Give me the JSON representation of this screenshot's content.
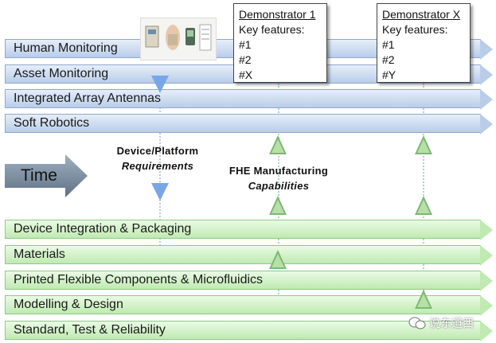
{
  "top_bands": [
    "Human Monitoring",
    "Asset Monitoring",
    "Integrated Array Antennas",
    "Soft Robotics"
  ],
  "bottom_bands": [
    "Device Integration & Packaging",
    "Materials",
    "Printed Flexible Components & Microfluidics",
    "Modelling & Design",
    "Standard, Test & Reliability"
  ],
  "time_label": "Time",
  "requirements": {
    "line1": "Device/Platform",
    "line2": "Requirements"
  },
  "capabilities": {
    "line1": "FHE Manufacturing",
    "line2": "Capabilities"
  },
  "demonstrators": [
    {
      "title": "Demonstrator 1",
      "subtitle": "Key features:",
      "f1": "#1",
      "f2": "#2",
      "f3": "#X"
    },
    {
      "title": "Demonstrator X",
      "subtitle": "Key features:",
      "f1": "#1",
      "f2": "#2",
      "f3": "#Y"
    }
  ],
  "watermark": "说东道西",
  "colors": {
    "top_band": "#b9cde9",
    "bottom_band": "#bfeab1",
    "down_arrow": "#79a7e5",
    "up_arrow": "#7db875",
    "time_arrow": "#7c8ea1"
  }
}
